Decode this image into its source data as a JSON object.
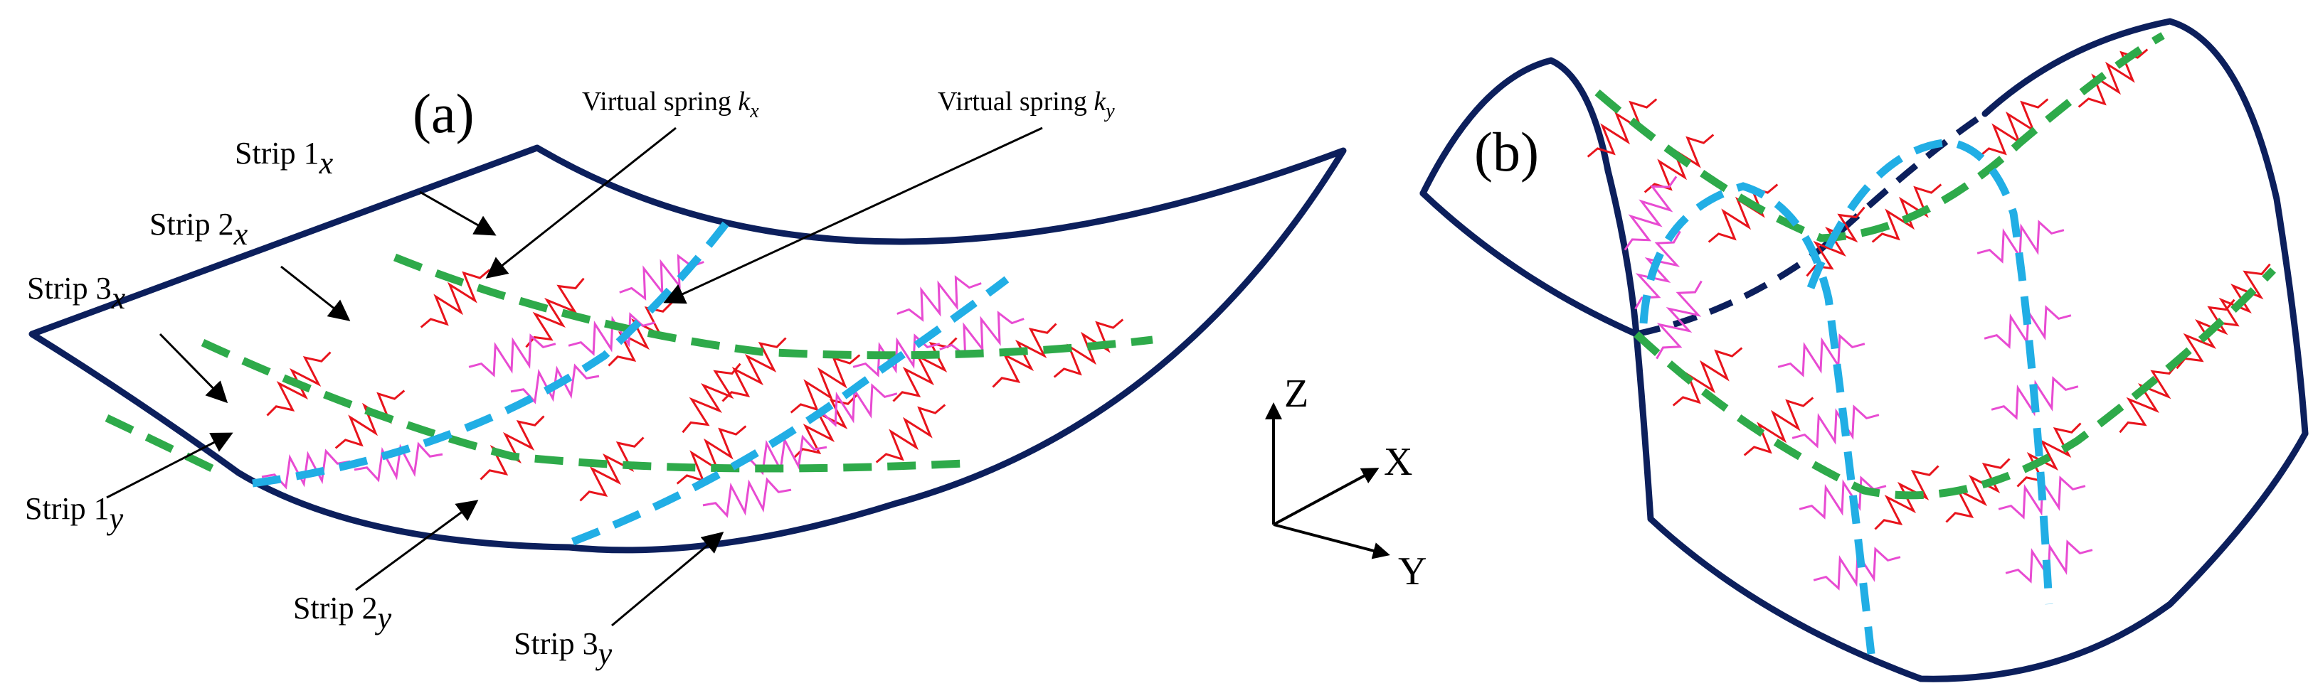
{
  "panels": {
    "a": {
      "label": "(a)"
    },
    "b": {
      "label": "(b)"
    }
  },
  "annotations": {
    "strip1x": {
      "text": "Strip 1",
      "sub": "x"
    },
    "strip2x": {
      "text": "Strip 2",
      "sub": "x"
    },
    "strip3x": {
      "text": "Strip 3",
      "sub": "x"
    },
    "strip1y": {
      "text": "Strip 1",
      "sub": "y"
    },
    "strip2y": {
      "text": "Strip 2",
      "sub": "y"
    },
    "strip3y": {
      "text": "Strip 3",
      "sub": "y"
    },
    "spring_kx": {
      "text": "Virtual spring ",
      "k": "k",
      "sub": "x"
    },
    "spring_ky": {
      "text": "Virtual spring ",
      "k": "k",
      "sub": "y"
    }
  },
  "axes": {
    "z": "Z",
    "x": "X",
    "y": "Y"
  },
  "colors": {
    "edge": "#0c1f5c",
    "strip_x": "#2eaa4a",
    "strip_y": "#21aee5",
    "spring_kx": "#e8141c",
    "spring_ky": "#e84bd2"
  }
}
